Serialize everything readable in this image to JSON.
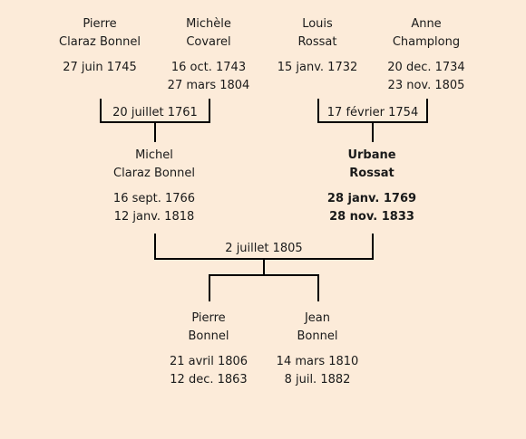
{
  "people": {
    "ggf_paternal": {
      "first": "Pierre",
      "last": "Claraz Bonnel",
      "birth": "27 juin 1745",
      "death": ""
    },
    "ggm_paternal": {
      "first": "Michèle",
      "last": "Covarel",
      "birth": "16 oct. 1743",
      "death": "27 mars 1804"
    },
    "ggf_maternal": {
      "first": "Louis",
      "last": "Rossat",
      "birth": "15 janv. 1732",
      "death": ""
    },
    "ggm_maternal": {
      "first": "Anne",
      "last": "Champlong",
      "birth": "20 dec. 1734",
      "death": "23 nov. 1805"
    },
    "father": {
      "first": "Michel",
      "last": "Claraz Bonnel",
      "birth": "16 sept. 1766",
      "death": "12 janv. 1818"
    },
    "mother": {
      "first": "Urbane",
      "last": "Rossat",
      "birth": "28 janv. 1769",
      "death": "28 nov. 1833"
    },
    "child1": {
      "first": "Pierre",
      "last": "Bonnel",
      "birth": "21 avril 1806",
      "death": "12 dec. 1863"
    },
    "child2": {
      "first": "Jean",
      "last": "Bonnel",
      "birth": "14 mars 1810",
      "death": "8 juil. 1882"
    }
  },
  "marriages": {
    "paternal": "20 juillet 1761",
    "maternal": "17 février 1754",
    "parents": "2 juillet 1805"
  },
  "colors": {
    "background": "#fcebd9",
    "line": "#000000"
  }
}
